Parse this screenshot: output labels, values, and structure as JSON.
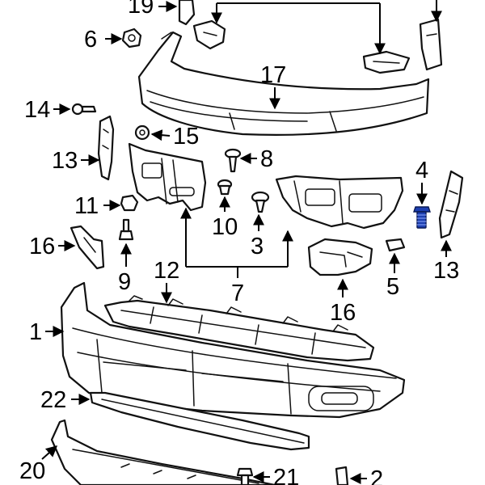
{
  "diagram": {
    "accent_color": "#1d3fb0",
    "callouts": {
      "c1": "1",
      "c2": "2",
      "c3": "3",
      "c4": "4",
      "c5": "5",
      "c6": "6",
      "c7": "7",
      "c8": "8",
      "c9": "9",
      "c10": "10",
      "c11": "11",
      "c12": "12",
      "c13a": "13",
      "c13b": "13",
      "c14": "14",
      "c15": "15",
      "c16a": "16",
      "c16b": "16",
      "c17": "17",
      "c19": "19",
      "c20": "20",
      "c21": "21",
      "c22": "22"
    }
  }
}
